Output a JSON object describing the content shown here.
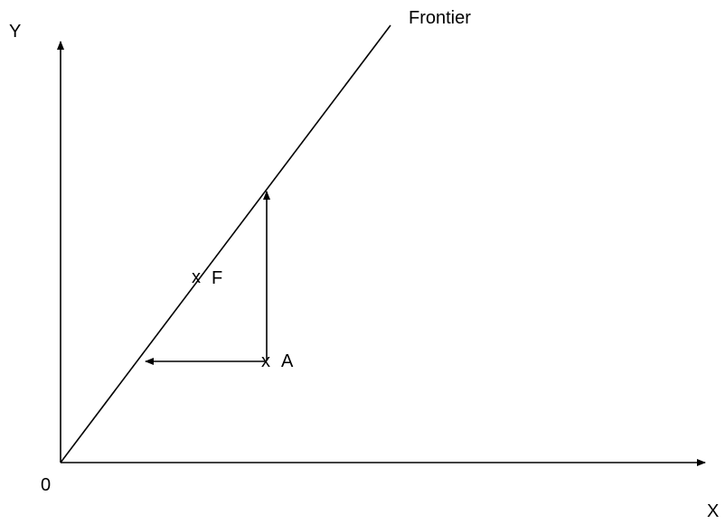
{
  "labels": {
    "y_axis": "Y",
    "x_axis": "X",
    "origin": "0",
    "frontier": "Frontier",
    "point_f": "F",
    "point_a": "A",
    "point_mark": "x"
  },
  "colors": {
    "ink": "#000000",
    "background": "#ffffff"
  }
}
